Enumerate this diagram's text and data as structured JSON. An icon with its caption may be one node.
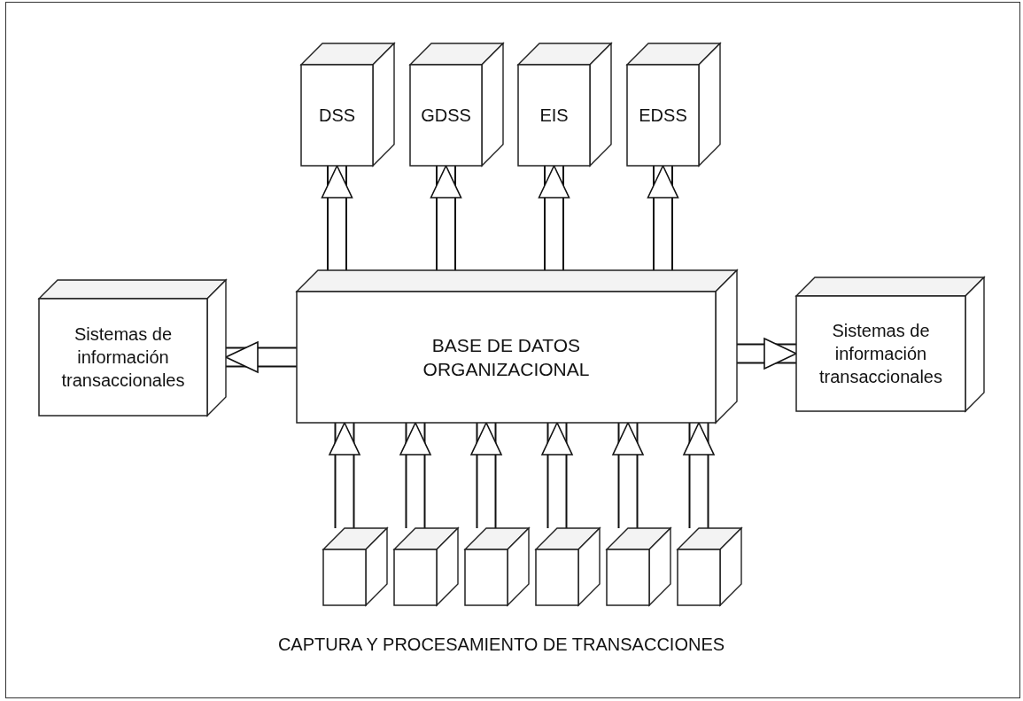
{
  "diagram": {
    "nodes": [
      {
        "text": [
          "DSS"
        ]
      },
      {
        "text": [
          "GDSS"
        ]
      },
      {
        "text": [
          "EIS"
        ]
      },
      {
        "text": [
          "EDSS"
        ]
      },
      {
        "text": [
          "Sistemas de información transaccionales"
        ]
      },
      {
        "text": [
          "BASE DE DATOS ORGANIZACIONAL"
        ]
      },
      {
        "text": [
          "Sistemas de información transaccionales"
        ]
      },
      {
        "text": [],
        "shape": "box"
      },
      {
        "text": [],
        "shape": "box"
      },
      {
        "text": [],
        "shape": "box"
      },
      {
        "text": [],
        "shape": "box"
      },
      {
        "text": [],
        "shape": "box"
      },
      {
        "text": [],
        "shape": "box"
      }
    ],
    "edges": [
      {
        "from": 5,
        "to": 0,
        "arrow": "to"
      },
      {
        "from": 5,
        "to": 1,
        "arrow": "to"
      },
      {
        "from": 5,
        "to": 2,
        "arrow": "to"
      },
      {
        "from": 5,
        "to": 3,
        "arrow": "to"
      },
      {
        "from": 5,
        "to": 4,
        "arrow": "to"
      },
      {
        "from": 5,
        "to": 6,
        "arrow": "to"
      },
      {
        "from": 7,
        "to": 5,
        "arrow": "to"
      },
      {
        "from": 8,
        "to": 5,
        "arrow": "to"
      },
      {
        "from": 9,
        "to": 5,
        "arrow": "to"
      },
      {
        "from": 10,
        "to": 5,
        "arrow": "to"
      },
      {
        "from": 11,
        "to": 5,
        "arrow": "to"
      },
      {
        "from": 12,
        "to": 5,
        "arrow": "to"
      }
    ],
    "labels": [
      "CAPTURA Y PROCESAMIENTO DE TRANSACCIONES"
    ]
  }
}
